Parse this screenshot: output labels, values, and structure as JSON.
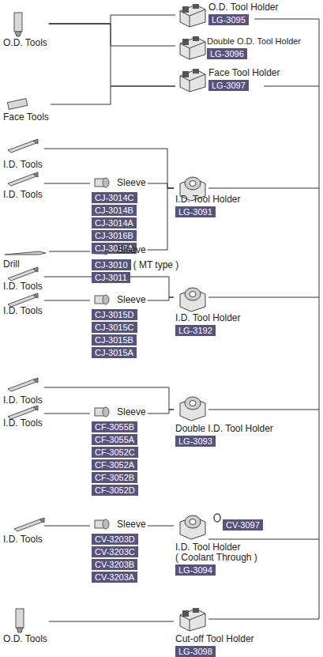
{
  "diagram": {
    "nodes": [
      {
        "text": [
          "O.D. Tools"
        ]
      },
      {
        "text": [
          "O.D. Tool Holder",
          "LG-3095"
        ]
      },
      {
        "text": [
          "Double O.D. Tool Holder",
          "LG-3096"
        ]
      },
      {
        "text": [
          "Face Tools"
        ]
      },
      {
        "text": [
          "Face Tool Holder",
          "LG-3097"
        ]
      },
      {
        "text": [
          "I.D. Tools"
        ]
      },
      {
        "text": [
          "I.D. Tools"
        ]
      },
      {
        "text": [
          "Sleeve",
          "CJ-3014C",
          "CJ-3014B",
          "CJ-3014A",
          "CJ-3016B",
          "CJ-3016A"
        ]
      },
      {
        "text": [
          "I.D. Tool Holder",
          "LG-3091"
        ]
      },
      {
        "text": [
          "Drill"
        ]
      },
      {
        "text": [
          "Sleeve",
          "CJ-3010",
          "CJ-3011"
        ]
      },
      {
        "text": [
          "I.D. Tools"
        ]
      },
      {
        "text": [
          "I.D. Tools"
        ]
      },
      {
        "text": [
          "Sleeve",
          "CJ-3015D",
          "CJ-3015C",
          "CJ-3015B",
          "CJ-3015A"
        ]
      },
      {
        "text": [
          "I.D. Tool Holder",
          "LG-3192"
        ]
      },
      {
        "text": [
          "I.D. Tools"
        ]
      },
      {
        "text": [
          "I.D. Tools"
        ]
      },
      {
        "text": [
          "Sleeve",
          "CF-3055B",
          "CF-3055A",
          "CF-3052C",
          "CF-3052A",
          "CF-3052B",
          "CF-3052D"
        ]
      },
      {
        "text": [
          "Double I.D. Tool Holder",
          "LG-3093"
        ]
      },
      {
        "text": [
          "I.D. Tools"
        ]
      },
      {
        "text": [
          "Sleeve",
          "CV-3203D",
          "CV-3203C",
          "CV-3203B",
          "CV-3203A"
        ]
      },
      {
        "text": [
          "I.D. Tool Holder",
          "( Coolant Through )",
          "LG-3094"
        ]
      },
      {
        "text": [
          "CV-3097"
        ]
      },
      {
        "text": [
          "O.D. Tools"
        ]
      },
      {
        "text": [
          "Cut-off Tool Holder",
          "LG-3098"
        ]
      }
    ],
    "edges": [
      {
        "from": 0,
        "to": 1,
        "arrow": "none"
      },
      {
        "from": 0,
        "to": 2,
        "arrow": "none"
      },
      {
        "from": 0,
        "to": 4,
        "arrow": "none"
      },
      {
        "from": 3,
        "to": 4,
        "arrow": "none"
      },
      {
        "from": 5,
        "to": 8,
        "arrow": "none"
      },
      {
        "from": 6,
        "to": 7,
        "arrow": "none"
      },
      {
        "from": 7,
        "to": 8,
        "arrow": "none"
      },
      {
        "from": 9,
        "to": 10,
        "arrow": "none"
      },
      {
        "from": 10,
        "to": 8,
        "arrow": "none"
      },
      {
        "from": 11,
        "to": 14,
        "arrow": "none"
      },
      {
        "from": 12,
        "to": 13,
        "arrow": "none"
      },
      {
        "from": 13,
        "to": 14,
        "arrow": "none"
      },
      {
        "from": 15,
        "to": 18,
        "arrow": "none"
      },
      {
        "from": 16,
        "to": 17,
        "arrow": "none"
      },
      {
        "from": 17,
        "to": 18,
        "arrow": "none"
      },
      {
        "from": 19,
        "to": 20,
        "arrow": "none"
      },
      {
        "from": 20,
        "to": 21,
        "arrow": "none"
      },
      {
        "from": 23,
        "to": 24,
        "arrow": "none"
      }
    ],
    "labels": [
      "( MT type )"
    ]
  }
}
